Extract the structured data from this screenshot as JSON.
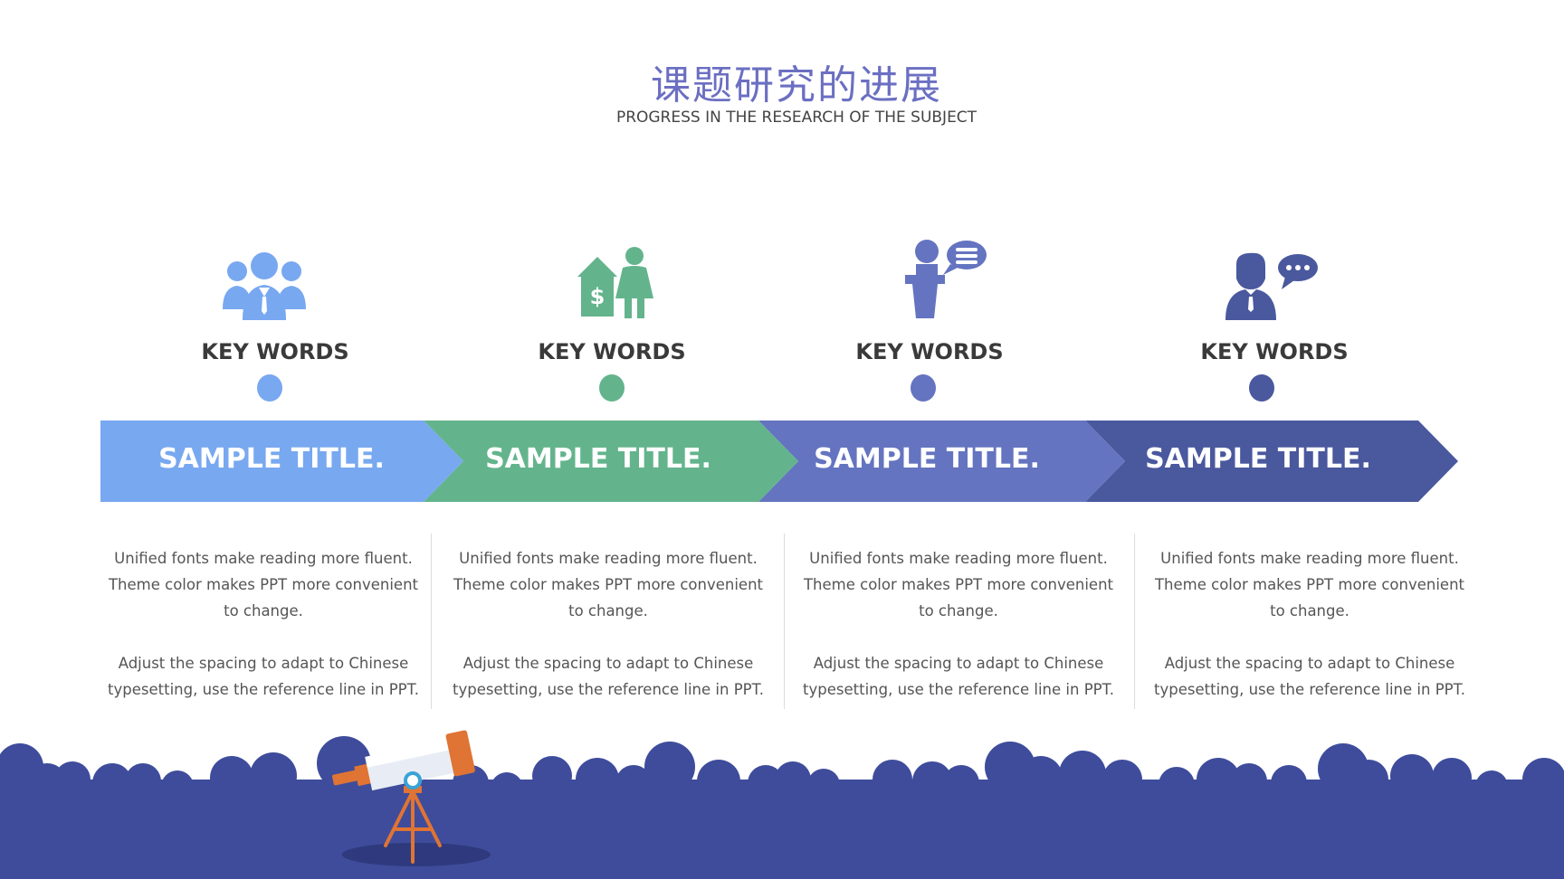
{
  "header": {
    "title": "课题研究的进展",
    "subtitle": "PROGRESS IN THE RESEARCH OF THE SUBJECT"
  },
  "colors": {
    "blue": "#78a8f0",
    "green": "#63b48c",
    "indigo": "#6474c0",
    "navy": "#4a589e",
    "ground": "#3e4c9b",
    "telescope": "#e07434"
  },
  "steps": [
    {
      "icon": "team-icon",
      "keyword": "KEY WORDS",
      "title": "SAMPLE TITLE.",
      "line1": "Unified fonts make reading more fluent. Theme color makes PPT more convenient to change.",
      "line2": "Adjust the spacing to adapt to Chinese typesetting, use the reference line in PPT."
    },
    {
      "icon": "house-woman-icon",
      "keyword": "KEY WORDS",
      "title": "SAMPLE TITLE.",
      "line1": "Unified fonts make reading more fluent. Theme color makes PPT more convenient to change.",
      "line2": "Adjust the spacing to adapt to Chinese typesetting, use the reference line in PPT."
    },
    {
      "icon": "speaker-podium-icon",
      "keyword": "KEY WORDS",
      "title": "SAMPLE TITLE.",
      "line1": "Unified fonts make reading more fluent. Theme color makes PPT more convenient to change.",
      "line2": "Adjust the spacing to adapt to Chinese typesetting, use the reference line in PPT."
    },
    {
      "icon": "businessman-chat-icon",
      "keyword": "KEY WORDS",
      "title": "SAMPLE TITLE.",
      "line1": "Unified fonts make reading more fluent. Theme color makes PPT more convenient to change.",
      "line2": "Adjust the spacing to adapt to Chinese typesetting, use the reference line in PPT."
    }
  ],
  "decor": {
    "ground_icon": "cloud-ground",
    "telescope_icon": "telescope-icon"
  }
}
